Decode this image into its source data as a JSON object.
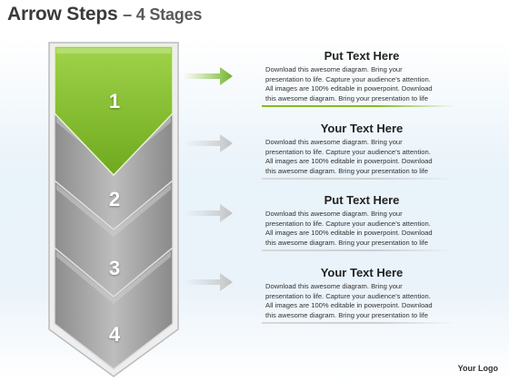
{
  "title": {
    "main": "Arrow Steps",
    "sub": "– 4 Stages"
  },
  "colors": {
    "accent": "#8cc63f",
    "accent_dark": "#5f9a12",
    "stage": "#a3a3a3",
    "stage_light": "#d6d6d6",
    "arrow_gray": "#cfcfcf"
  },
  "steps": [
    {
      "number": "1",
      "heading": "Put Text Here",
      "lines": [
        "Download this awesome diagram. Bring your",
        "presentation to life. Capture your audience’s attention.",
        "All images are 100% editable in powerpoint.  Download",
        "this awesome diagram. Bring your presentation to life"
      ],
      "active": true
    },
    {
      "number": "2",
      "heading": "Your Text Here",
      "lines": [
        "Download this awesome diagram. Bring your",
        "presentation to life. Capture your audience’s attention.",
        "All images are 100% editable in powerpoint.  Download",
        "this awesome diagram. Bring your presentation to life"
      ],
      "active": false
    },
    {
      "number": "3",
      "heading": "Put Text Here",
      "lines": [
        "Download this awesome diagram. Bring your",
        "presentation to life. Capture your audience’s attention.",
        "All images are 100% editable in powerpoint.  Download",
        "this awesome diagram. Bring your presentation to life"
      ],
      "active": false
    },
    {
      "number": "4",
      "heading": "Your Text Here",
      "lines": [
        "Download this awesome diagram. Bring your",
        "presentation to life. Capture your audience’s attention.",
        "All images are 100% editable in powerpoint.  Download",
        "this awesome diagram. Bring your presentation to life"
      ],
      "active": false
    }
  ],
  "logo": "Your Logo"
}
